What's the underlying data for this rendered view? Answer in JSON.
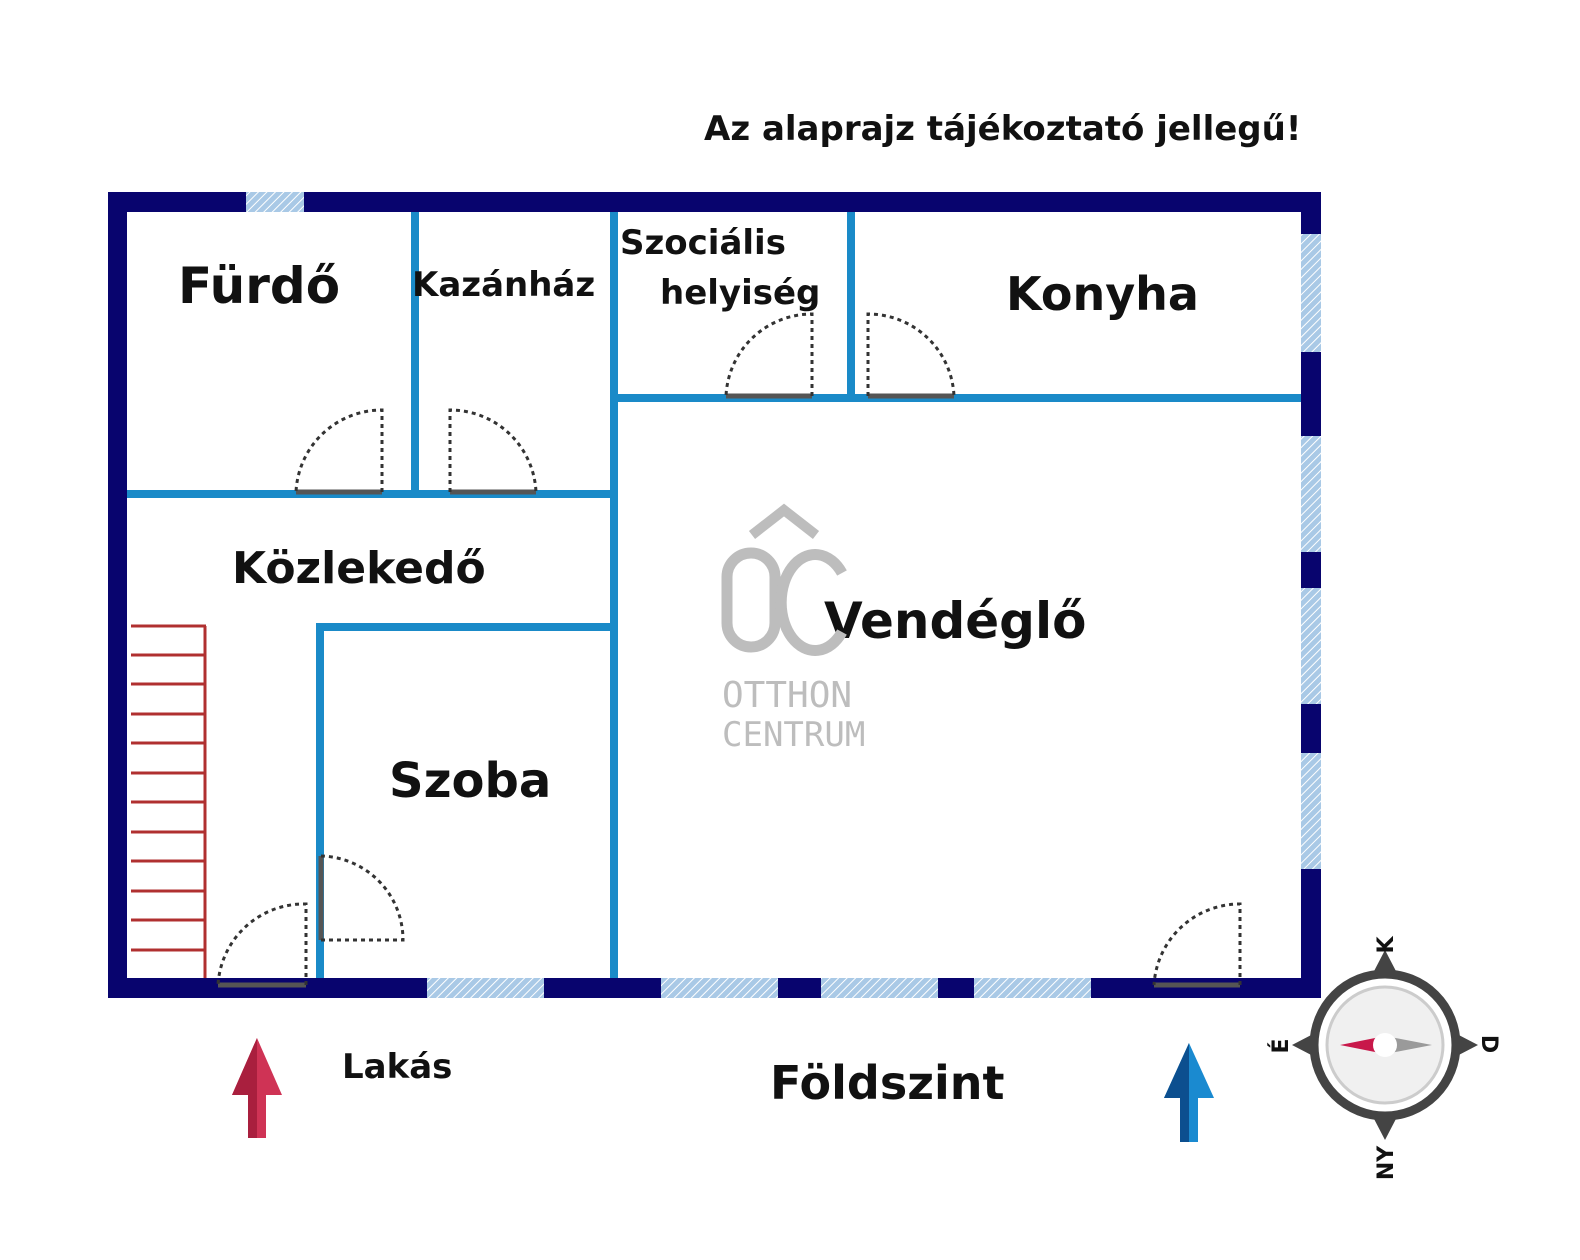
{
  "notice": "Az alaprajz tájékoztató jellegű!",
  "rooms": {
    "furdo": "Fürdő",
    "kazanhaz": "Kazánház",
    "szocialis_1": "Szociális",
    "szocialis_2": "helyiség",
    "konyha": "Konyha",
    "kozlekedo": "Közlekedő",
    "vendeglo": "Vendéglő",
    "szoba": "Szoba"
  },
  "entrances": {
    "lakas": "Lakás",
    "foldszint": "Földszint"
  },
  "logo": {
    "line1": "OTTHON",
    "line2": "CENTRUM"
  },
  "compass": {
    "north": "K",
    "east": "D",
    "south": "NY",
    "west": "É"
  },
  "colors": {
    "outer_wall": "#08046e",
    "inner_wall": "#1a8ac8",
    "window": "#a9c9e6",
    "stairs": "#b03030",
    "lakas_arrow": "#cf3355",
    "foldszint_arrow": "#1a73b8",
    "compass_needle": "#c8184a"
  }
}
